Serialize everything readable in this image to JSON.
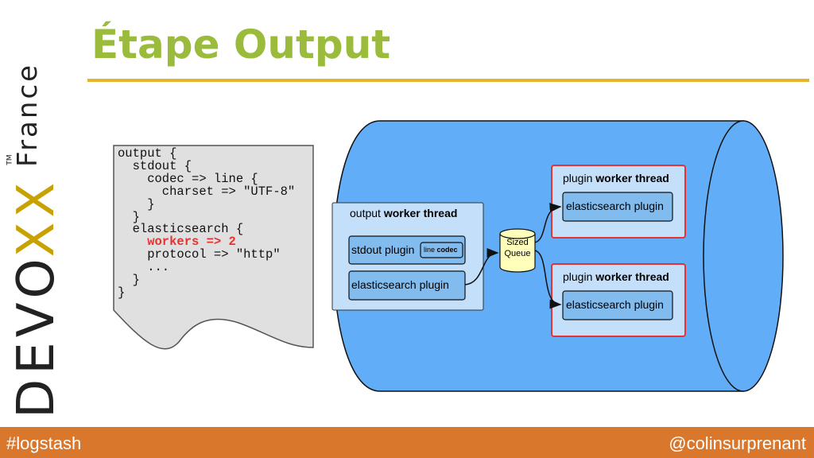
{
  "brand": {
    "logo_text": "DEVOXX",
    "logo_tm": "TM",
    "logo_region": "France"
  },
  "title": "Étape Output",
  "code": {
    "lines": [
      {
        "text": "output {",
        "highlight": false
      },
      {
        "text": "  stdout {",
        "highlight": false
      },
      {
        "text": "    codec => line {",
        "highlight": false
      },
      {
        "text": "      charset => \"UTF-8\"",
        "highlight": false
      },
      {
        "text": "    }",
        "highlight": false
      },
      {
        "text": "  }",
        "highlight": false
      },
      {
        "text": "  elasticsearch {",
        "highlight": false
      },
      {
        "text": "    workers => 2",
        "highlight": true
      },
      {
        "text": "    protocol => \"http\"",
        "highlight": false
      },
      {
        "text": "    ...",
        "highlight": false
      },
      {
        "text": "  }",
        "highlight": false
      },
      {
        "text": "}",
        "highlight": false
      }
    ]
  },
  "diagram": {
    "output_thread": {
      "label_prefix": "output",
      "label_bold": "worker thread",
      "stdout_plugin": "stdout plugin",
      "codec_prefix": "line",
      "codec_bold": "codec",
      "es_plugin": "elasticsearch plugin"
    },
    "queue": {
      "line1": "Sized",
      "line2": "Queue"
    },
    "worker_threads": [
      {
        "label_prefix": "plugin",
        "label_bold": "worker thread",
        "plugin": "elasticsearch plugin"
      },
      {
        "label_prefix": "plugin",
        "label_bold": "worker thread",
        "plugin": "elasticsearch plugin"
      }
    ]
  },
  "footer": {
    "hashtag": "#logstash",
    "handle": "@colinsurprenant"
  },
  "colors": {
    "title": "#9bbb3c",
    "rule": "#e8b229",
    "footer": "#d9782d",
    "cylinder": "#62adf7",
    "panel": "#c4dffa",
    "plugin": "#82bbee",
    "highlight_border": "#e8322f",
    "queue": "#ffffbb"
  }
}
